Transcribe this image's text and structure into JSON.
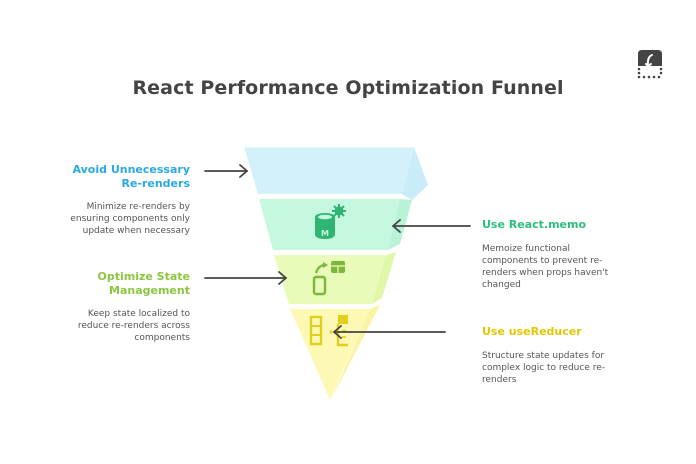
{
  "title": "React Performance Optimization Funnel",
  "corner_icon": "export-icon",
  "stages": [
    {
      "title": "Avoid Unnecessary Re-renders",
      "title_lines": [
        "Avoid Unnecessary",
        "Re-renders"
      ],
      "description_lines": [
        "Minimize re-renders by",
        "ensuring components only",
        "update when necessary"
      ],
      "side": "left",
      "color": "#29a9e0",
      "fill": "#d2f1fb",
      "icon": "none"
    },
    {
      "title": "Use React.memo",
      "title_lines": [
        "Use React.memo"
      ],
      "description_lines": [
        "Memoize functional",
        "components to prevent re-",
        "renders when props haven't",
        "changed"
      ],
      "side": "right",
      "color": "#2bbf7a",
      "fill": "#c6f8e0",
      "icon_color": "#2fb573",
      "icon": "memo-database-gear-icon"
    },
    {
      "title": "Optimize State Management",
      "title_lines": [
        "Optimize State",
        "Management"
      ],
      "description_lines": [
        "Keep state localized to",
        "reduce re-renders across",
        "components"
      ],
      "side": "left",
      "color": "#8cc63f",
      "fill": "#e8fbb8",
      "icon_color": "#7cb63a",
      "icon": "state-sync-device-table-icon"
    },
    {
      "title": "Use useReducer",
      "title_lines": [
        "Use useReducer"
      ],
      "description_lines": [
        "Structure state updates for",
        "complex logic to reduce re-",
        "renders"
      ],
      "side": "right",
      "color": "#e0c800",
      "fill": "#fdf8b4",
      "icon_color": "#e2cf1c",
      "icon": "reducer-columns-icon"
    }
  ]
}
